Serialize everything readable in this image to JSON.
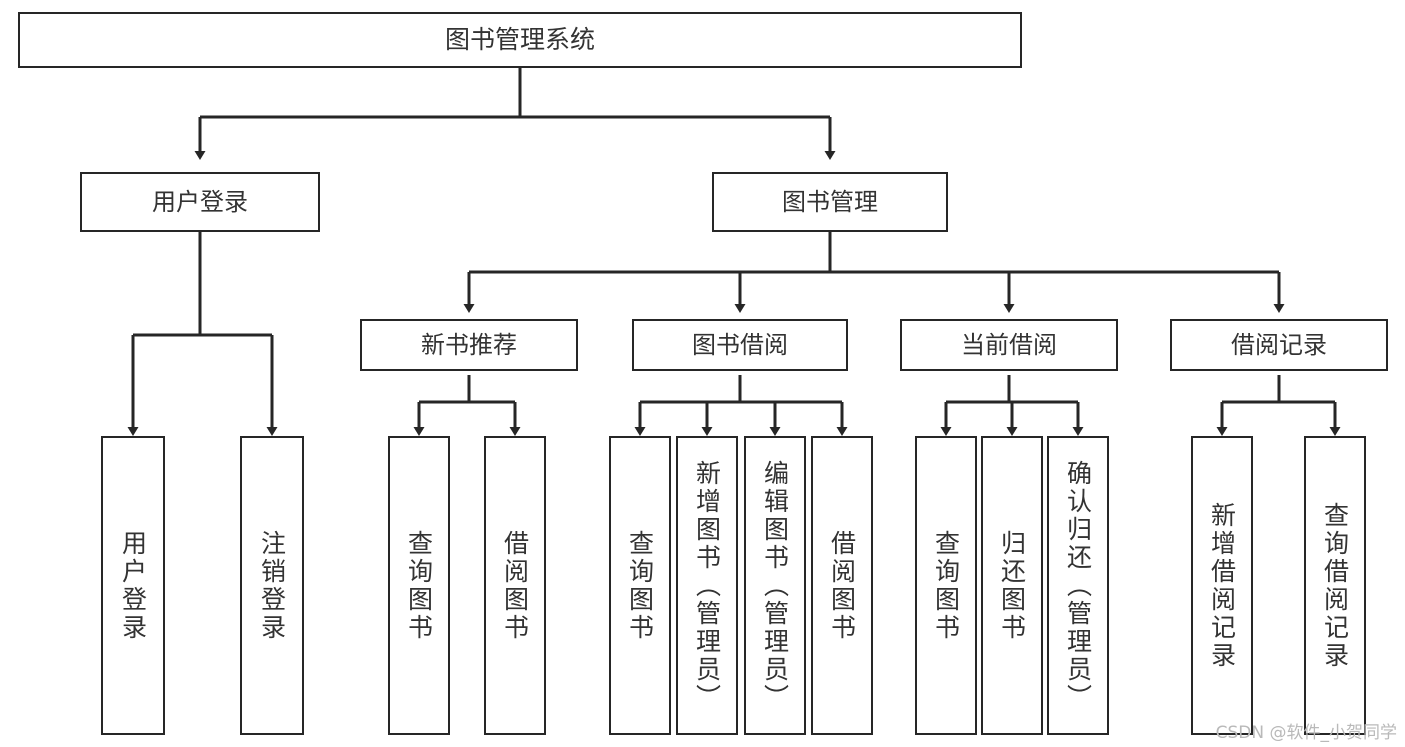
{
  "diagram": {
    "title": "图书管理系统",
    "type": "hierarchy-tree",
    "stroke_color": "#262626",
    "text_color": "#333333",
    "background_color": "#ffffff"
  },
  "watermark": {
    "text": "CSDN @软件_小贺同学",
    "color": "#b9b9b9"
  },
  "nodes": {
    "root": {
      "label": "图书管理系统"
    },
    "user_login": {
      "label": "用户登录"
    },
    "book_manage": {
      "label": "图书管理"
    },
    "new_book_rec": {
      "label": "新书推荐"
    },
    "book_borrow": {
      "label": "图书借阅"
    },
    "current_borrow": {
      "label": "当前借阅"
    },
    "borrow_record": {
      "label": "借阅记录"
    },
    "leaf_user_login": {
      "label": "用户登录"
    },
    "leaf_user_logout": {
      "label": "注销登录"
    },
    "leaf_query_book_1": {
      "label": "查询图书"
    },
    "leaf_borrow_book_1": {
      "label": "借阅图书"
    },
    "leaf_query_book_2": {
      "label": "查询图书"
    },
    "leaf_add_book_admin": {
      "label": "新增图书（管理员）"
    },
    "leaf_edit_book_admin": {
      "label": "编辑图书（管理员）"
    },
    "leaf_borrow_book_2": {
      "label": "借阅图书"
    },
    "leaf_query_book_3": {
      "label": "查询图书"
    },
    "leaf_return_book": {
      "label": "归还图书"
    },
    "leaf_confirm_return_admin": {
      "label": "确认归还（管理员）"
    },
    "leaf_add_borrow_record": {
      "label": "新增借阅记录"
    },
    "leaf_query_borrow_record": {
      "label": "查询借阅记录"
    }
  },
  "chart_data": {
    "type": "diagram",
    "title": "图书管理系统",
    "levels": [
      {
        "level": 0,
        "items": [
          "图书管理系统"
        ]
      },
      {
        "level": 1,
        "items": [
          "用户登录",
          "图书管理"
        ]
      },
      {
        "level": 2,
        "items": [
          "新书推荐",
          "图书借阅",
          "当前借阅",
          "借阅记录"
        ]
      },
      {
        "level": 3,
        "items": [
          "用户登录",
          "注销登录",
          "查询图书",
          "借阅图书",
          "查询图书",
          "新增图书（管理员）",
          "编辑图书（管理员）",
          "借阅图书",
          "查询图书",
          "归还图书",
          "确认归还（管理员）",
          "新增借阅记录",
          "查询借阅记录"
        ]
      }
    ],
    "edges": [
      {
        "from": "图书管理系统",
        "to": "用户登录"
      },
      {
        "from": "图书管理系统",
        "to": "图书管理"
      },
      {
        "from": "用户登录",
        "to": "用户登录"
      },
      {
        "from": "用户登录",
        "to": "注销登录"
      },
      {
        "from": "图书管理",
        "to": "新书推荐"
      },
      {
        "from": "图书管理",
        "to": "图书借阅"
      },
      {
        "from": "图书管理",
        "to": "当前借阅"
      },
      {
        "from": "图书管理",
        "to": "借阅记录"
      },
      {
        "from": "新书推荐",
        "to": "查询图书"
      },
      {
        "from": "新书推荐",
        "to": "借阅图书"
      },
      {
        "from": "图书借阅",
        "to": "查询图书"
      },
      {
        "from": "图书借阅",
        "to": "新增图书（管理员）"
      },
      {
        "from": "图书借阅",
        "to": "编辑图书（管理员）"
      },
      {
        "from": "图书借阅",
        "to": "借阅图书"
      },
      {
        "from": "当前借阅",
        "to": "查询图书"
      },
      {
        "from": "当前借阅",
        "to": "归还图书"
      },
      {
        "from": "当前借阅",
        "to": "确认归还（管理员）"
      },
      {
        "from": "借阅记录",
        "to": "新增借阅记录"
      },
      {
        "from": "借阅记录",
        "to": "查询借阅记录"
      }
    ]
  }
}
